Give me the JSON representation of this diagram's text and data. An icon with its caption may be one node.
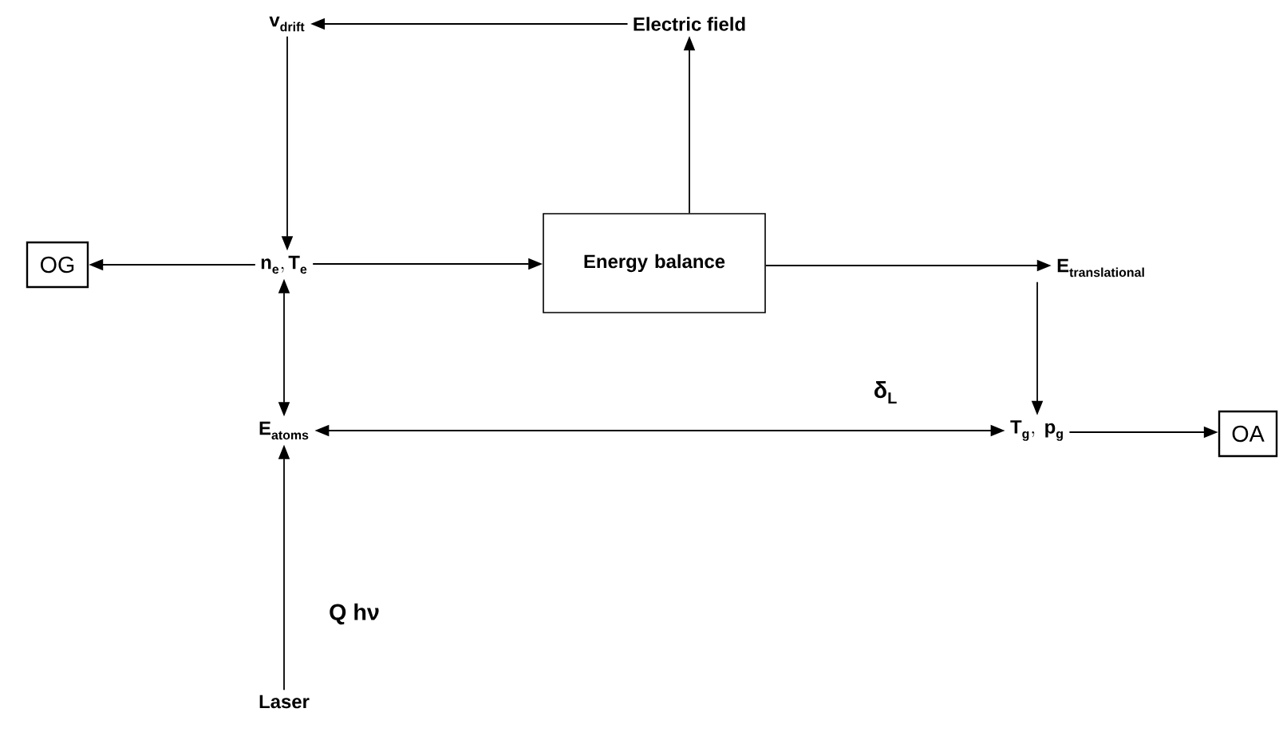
{
  "diagram": {
    "nodes": [
      {
        "text": [
          "\\mathbf{v}_{\\mathbf{drift}}"
        ]
      },
      {
        "text": [
          "Electric field"
        ]
      },
      {
        "text": [
          "OG"
        ]
      },
      {
        "text": [
          "\\mathbf{n}_{\\mathbf{e}},\\mathbf{T}_{\\mathbf{e}}"
        ]
      },
      {
        "text": [
          "Energy balance"
        ]
      },
      {
        "text": [
          "\\mathbf{E}_{\\mathbf{translational}}"
        ]
      },
      {
        "text": [
          "\\mathbf{E}_{\\mathbf{atoms}}"
        ]
      },
      {
        "text": [
          "\\mathbf{T}_{\\mathbf{g}},\\ \\mathbf{p}_{\\mathbf{g}}"
        ]
      },
      {
        "text": [
          "OA"
        ]
      },
      {
        "text": [
          "Laser"
        ]
      }
    ],
    "edges": [
      {
        "from": 1,
        "to": 0,
        "arrow": "to"
      },
      {
        "from": 4,
        "to": 1,
        "arrow": "to"
      },
      {
        "from": 0,
        "to": 3,
        "arrow": "to"
      },
      {
        "from": 3,
        "to": 2,
        "arrow": "to"
      },
      {
        "from": 3,
        "to": 4,
        "arrow": "to"
      },
      {
        "from": 4,
        "to": 5,
        "arrow": "to"
      },
      {
        "from": 3,
        "to": 6,
        "arrow": "both"
      },
      {
        "from": 5,
        "to": 7,
        "arrow": "to"
      },
      {
        "from": 6,
        "to": 7,
        "arrow": "both",
        "label": "δ$_{L}$"
      },
      {
        "from": 7,
        "to": 8,
        "arrow": "to"
      },
      {
        "from": 9,
        "to": 6,
        "arrow": "to",
        "label": "Q hν"
      }
    ]
  }
}
